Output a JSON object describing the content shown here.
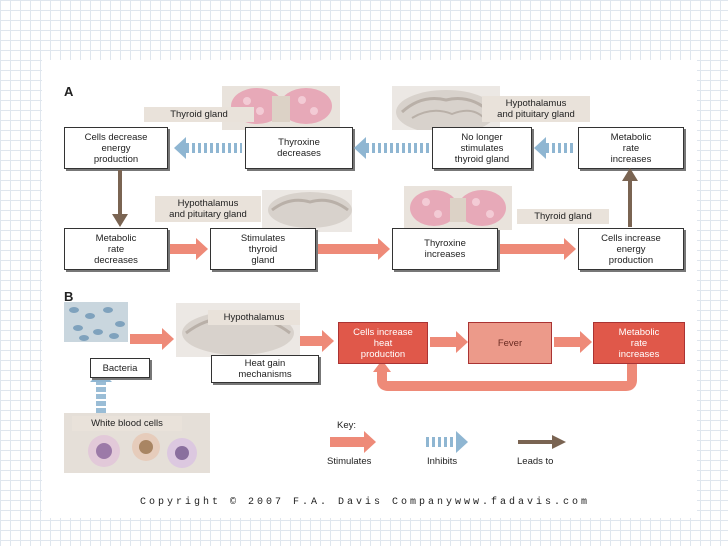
{
  "panels": {
    "a": "A",
    "b": "B"
  },
  "panel_a": {
    "top_row": {
      "cells_decrease": "Cells decrease\nenergy\nproduction",
      "thyroxine_decreases": "Thyroxine\ndecreases",
      "no_longer_stimulates": "No longer\nstimulates\nthyroid gland",
      "metabolic_rate_increases": "Metabolic\nrate\nincreases"
    },
    "bottom_row": {
      "metabolic_rate_decreases": "Metabolic\nrate\ndecreases",
      "stimulates_thyroid": "Stimulates\nthyroid\ngland",
      "thyroxine_increases": "Thyroxine\nincreases",
      "cells_increase_energy": "Cells increase\nenergy\nproduction"
    },
    "labels": {
      "thyroid_gland_top": "Thyroid gland",
      "hypothalamus_pituitary_top": "Hypothalamus\nand pituitary gland",
      "hypothalamus_pituitary_bottom": "Hypothalamus\nand pituitary gland",
      "thyroid_gland_bottom": "Thyroid gland"
    }
  },
  "panel_b": {
    "hypothalamus": "Hypothalamus",
    "heat_gain": "Heat gain\nmechanisms",
    "bacteria": "Bacteria",
    "white_blood_cells": "White blood cells",
    "cells_increase_heat": "Cells increase\nheat\nproduction",
    "fever": "Fever",
    "metabolic_rate_increases": "Metabolic\nrate\nincreases"
  },
  "key": {
    "title": "Key:",
    "stimulates": "Stimulates",
    "inhibits": "Inhibits",
    "leads_to": "Leads to"
  },
  "colors": {
    "stimulates": "#ee8a78",
    "inhibits": "#8fb6d2",
    "leads_to": "#7a6452",
    "red_box": "#e0584a"
  },
  "footer": {
    "copyright": "Copyright © 2007 F.A. Davis Company",
    "url": "www.fadavis.com"
  }
}
